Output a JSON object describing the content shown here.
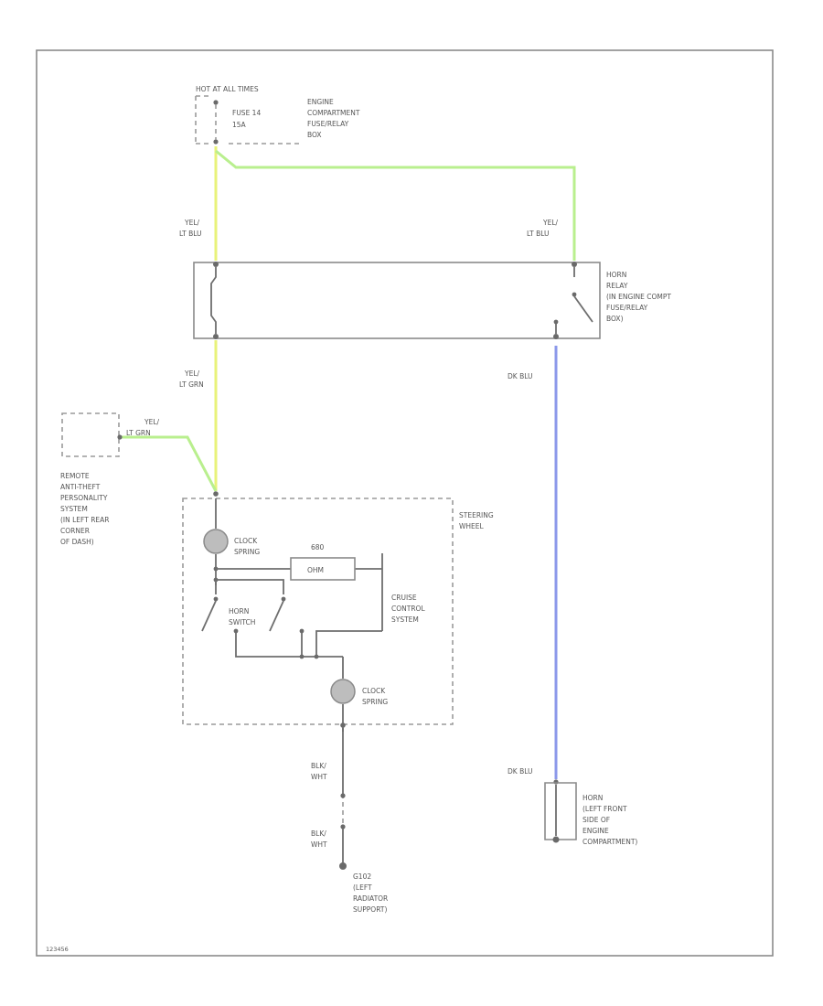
{
  "colors": {
    "yellow_wire": "#e8f27a",
    "green_wire": "#b9ef8e",
    "blue_wire": "#8b98ea",
    "line": "#6e6e6e",
    "text": "#555555"
  },
  "fuse": {
    "header": "HOT AT ALL TIMES",
    "name": "FUSE 14",
    "rating": "15A",
    "location": [
      "ENGINE",
      "COMPARTMENT",
      "FUSE/RELAY",
      "BOX"
    ]
  },
  "wires": {
    "top_left": [
      "YEL/",
      "LT BLU"
    ],
    "top_right": [
      "YEL/",
      "LT BLU"
    ],
    "relay_out": [
      "YEL/",
      "LT GRN"
    ],
    "anti_theft": [
      "YEL/",
      "LT GRN"
    ],
    "horn_feed": [
      "DK BLU"
    ],
    "horn_in": [
      "DK BLU"
    ],
    "ground_1": [
      "BLK/",
      "WHT"
    ],
    "ground_2": [
      "BLK/",
      "WHT"
    ]
  },
  "horn_relay": {
    "label": [
      "HORN",
      "RELAY",
      "(IN ENGINE COMPT",
      "FUSE/RELAY",
      "BOX)"
    ]
  },
  "anti_theft": {
    "label": [
      "REMOTE",
      "ANTI-THEFT",
      "PERSONALITY",
      "SYSTEM",
      "(IN LEFT REAR",
      "CORNER",
      "OF DASH)"
    ]
  },
  "steering": {
    "label": [
      "STEERING",
      "WHEEL"
    ],
    "clock_spring_top": [
      "CLOCK",
      "SPRING"
    ],
    "clock_spring_bottom": [
      "CLOCK",
      "SPRING"
    ],
    "resistor": [
      "680",
      "OHM"
    ],
    "horn_switch": [
      "HORN",
      "SWITCH"
    ],
    "cruise": [
      "CRUISE",
      "CONTROL",
      "SYSTEM"
    ]
  },
  "ground": {
    "label": [
      "G102",
      "(LEFT",
      "RADIATOR",
      "SUPPORT)"
    ]
  },
  "horn": {
    "label": [
      "HORN",
      "(LEFT FRONT",
      "SIDE OF",
      "ENGINE",
      "COMPARTMENT)"
    ]
  },
  "code": "123456"
}
